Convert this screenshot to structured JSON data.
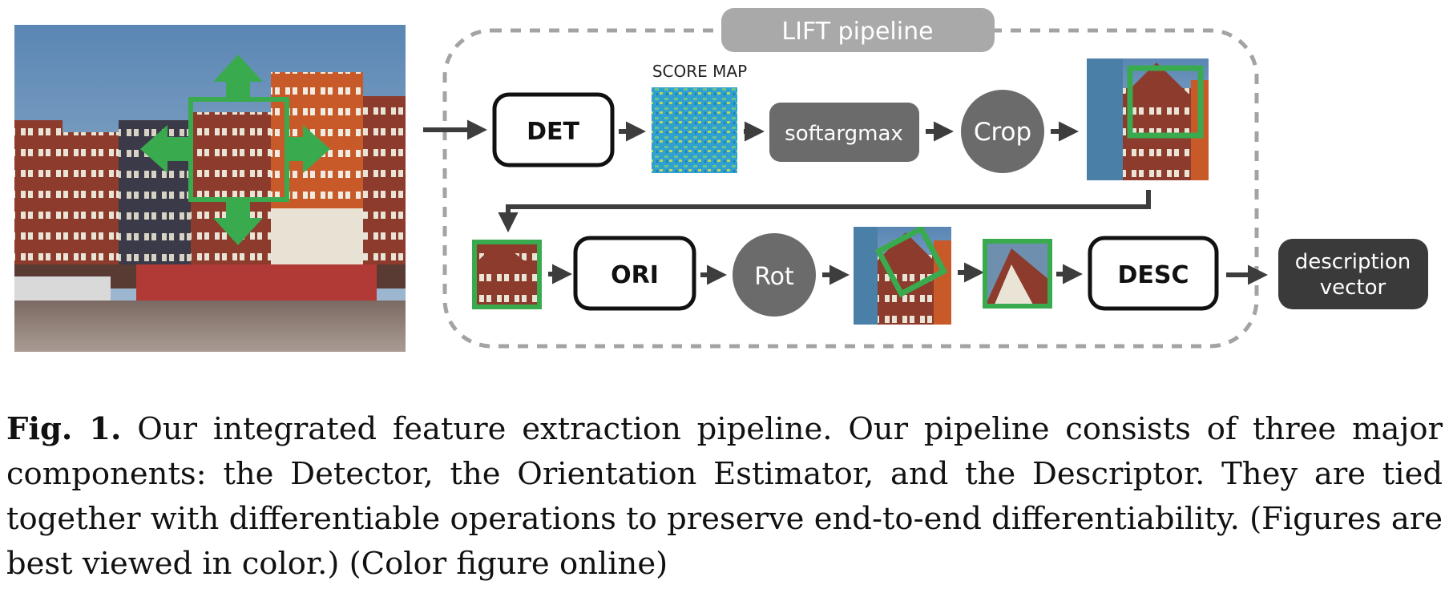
{
  "pipeline": {
    "title": "LIFT pipeline",
    "score_map_label": "SCORE MAP",
    "nodes": {
      "det": "DET",
      "softargmax": "softargmax",
      "crop": "Crop",
      "ori": "ORI",
      "rot": "Rot",
      "desc": "DESC",
      "output_line1": "description",
      "output_line2": "vector"
    }
  },
  "colors": {
    "accent_green": "#3aaa4f",
    "gray_box": "#6b6b6b",
    "dark_box": "#3a3a3a",
    "title_box": "#a9a9a9",
    "dashed_border": "#a3a3a3",
    "arrow": "#3d3d3d"
  },
  "caption": {
    "label": "Fig. 1.",
    "text": "Our integrated feature extraction pipeline. Our pipeline consists of three major components: the Detector, the Orientation Estimator, and the Descriptor. They are tied together with differentiable operations to preserve end-to-end differentiability. (Figures are best viewed in color.) (Color figure online)"
  }
}
